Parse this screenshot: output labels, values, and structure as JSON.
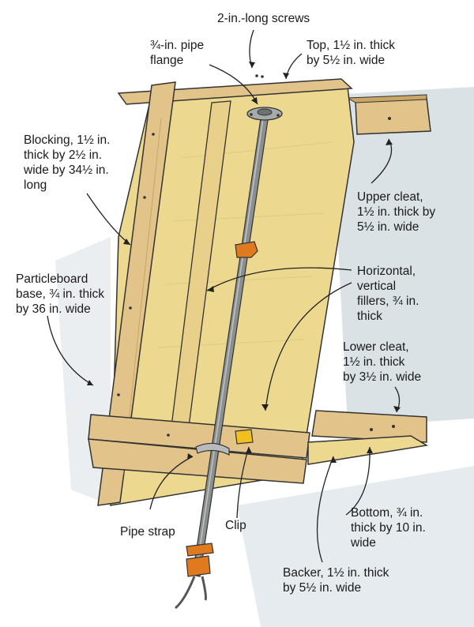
{
  "labels": {
    "screws": "2-in.-long screws",
    "flange": [
      "¾-in. pipe",
      "flange"
    ],
    "top": [
      "Top, 1½  in. thick",
      "by 5½ in. wide"
    ],
    "blocking": [
      "Blocking, 1½ in.",
      "thick by 2½ in.",
      "wide by 34½ in.",
      "long"
    ],
    "upper_cleat": [
      "Upper cleat,",
      "1½ in. thick by",
      "5½ in. wide"
    ],
    "particleboard": [
      "Particleboard",
      "base, ¾ in. thick",
      "by 36 in. wide"
    ],
    "fillers": [
      "Horizontal,",
      "vertical",
      "fillers, ¾ in.",
      "thick"
    ],
    "lower_cleat": [
      "Lower cleat,",
      "1½ in. thick",
      "by 3½ in. wide"
    ],
    "bottom": [
      "Bottom, ¾ in.",
      "thick by 10 in.",
      "wide"
    ],
    "pipe_strap": "Pipe strap",
    "clip": "Clip",
    "backer": [
      "Backer, 1½ in. thick",
      "by 5½ in. wide"
    ]
  },
  "colors": {
    "particleboard": "#ecd98f",
    "wood": "#e2c48a",
    "wood_dark": "#c9a566",
    "pipe": "#8b8f90",
    "clamp": "#e07a1e",
    "wall": "#cfd8de",
    "leader": "#222222"
  }
}
